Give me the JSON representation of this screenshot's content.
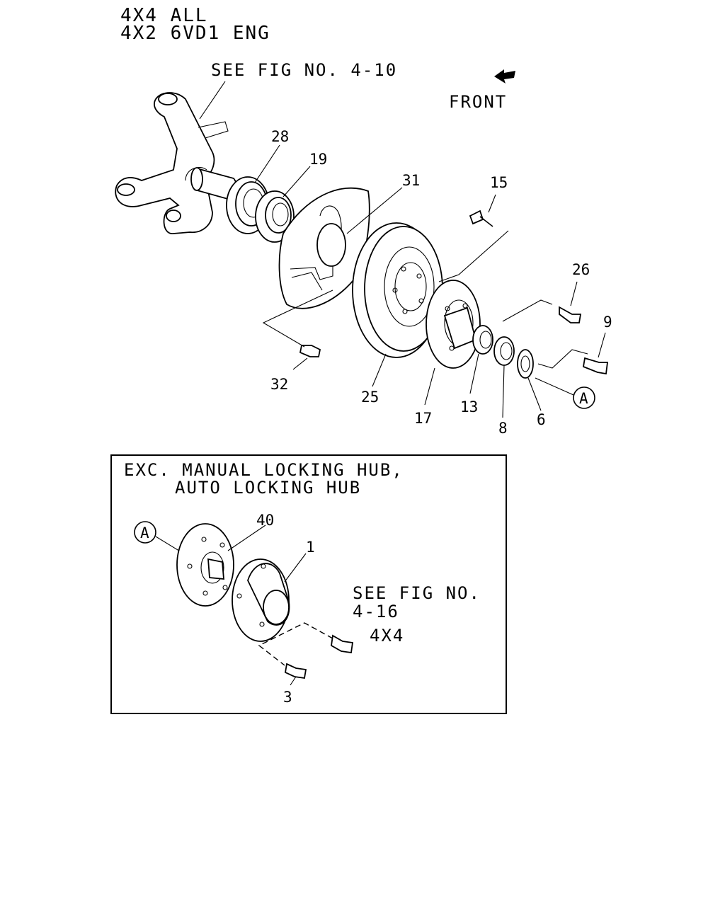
{
  "header": {
    "line1": "4X4 ALL",
    "line2": "4X2 6VD1 ENG"
  },
  "see_fig_top": "SEE FIG NO. 4-10",
  "front_label": "FRONT",
  "callouts": {
    "c28": "28",
    "c19": "19",
    "c31": "31",
    "c15": "15",
    "c26": "26",
    "c9": "9",
    "c32": "32",
    "c25": "25",
    "c17": "17",
    "c13": "13",
    "c8": "8",
    "c6": "6",
    "c40": "40",
    "c1": "1",
    "c3": "3"
  },
  "ref_marker": "A",
  "inset": {
    "title_line1": "EXC. MANUAL LOCKING HUB,",
    "title_line2": "AUTO LOCKING HUB",
    "see_fig_line1": "SEE FIG NO.",
    "see_fig_line2": "4-16",
    "variant": "4X4"
  }
}
